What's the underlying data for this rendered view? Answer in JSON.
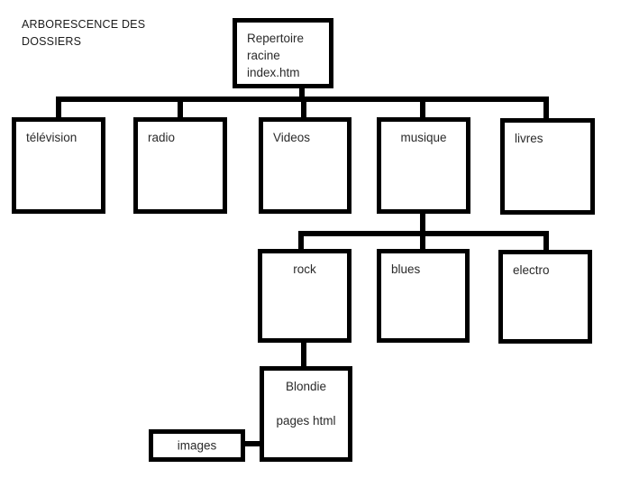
{
  "page": {
    "title_text": "ARBORESCENCE DES\nDOSSIERS",
    "background": "#ffffff",
    "line_color": "#000000",
    "text_color": "#2a2a2a"
  },
  "nodes": {
    "root": {
      "label": "Repertoire\nracine\nindex.htm"
    },
    "television": {
      "label": "télévision"
    },
    "radio": {
      "label": "radio"
    },
    "videos": {
      "label": "Videos"
    },
    "musique": {
      "label": "musique"
    },
    "livres": {
      "label": "livres"
    },
    "rock": {
      "label": "rock"
    },
    "blues": {
      "label": "blues"
    },
    "electro": {
      "label": "electro"
    },
    "blondie": {
      "label": "Blondie\n\npages html"
    },
    "images": {
      "label": "images"
    }
  },
  "chart_data": {
    "type": "table",
    "title": "ARBORESCENCE DES DOSSIERS",
    "tree": {
      "name": "Repertoire racine index.htm",
      "children": [
        {
          "name": "télévision",
          "children": []
        },
        {
          "name": "radio",
          "children": []
        },
        {
          "name": "Videos",
          "children": []
        },
        {
          "name": "musique",
          "children": [
            {
              "name": "rock",
              "children": [
                {
                  "name": "Blondie pages html",
                  "children": [
                    {
                      "name": "images",
                      "children": []
                    }
                  ]
                }
              ]
            },
            {
              "name": "blues",
              "children": []
            },
            {
              "name": "electro",
              "children": []
            }
          ]
        },
        {
          "name": "livres",
          "children": []
        }
      ]
    }
  }
}
